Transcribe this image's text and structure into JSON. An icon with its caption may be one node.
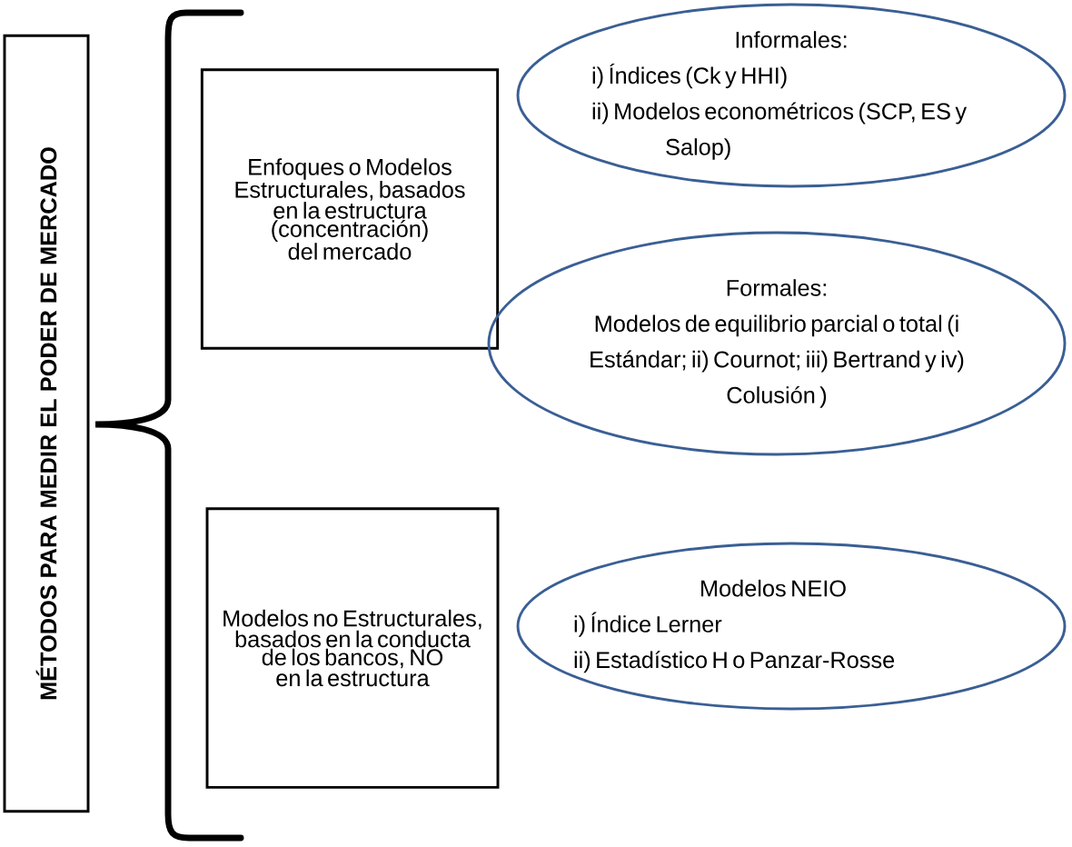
{
  "diagram": {
    "nodes": [
      {
        "text": [
          "MÉTODOS PARA MEDIR EL PODER DE MERCADO"
        ]
      },
      {
        "text": [
          "Enfoques o Modelos Estructurales, basados en la estructura (concentración) del mercado"
        ]
      },
      {
        "text": [
          "Informales:",
          "i) Índices (Ck y HHI)",
          "ii) Modelos econométricos (SCP, ES y Salop)"
        ]
      },
      {
        "text": [
          "Formales:",
          "Modelos de equilibrio parcial o total (i Estándar; ii) Cournot; iii) Bertrand y iv) Colusión )"
        ]
      },
      {
        "text": [
          "Modelos no Estructurales, basados en la conducta de los bancos, NO en la estructura"
        ]
      },
      {
        "text": [
          "Modelos NEIO",
          "i) Índice Lerner",
          "ii) Estadístico H o Panzar-Rosse"
        ]
      }
    ]
  }
}
